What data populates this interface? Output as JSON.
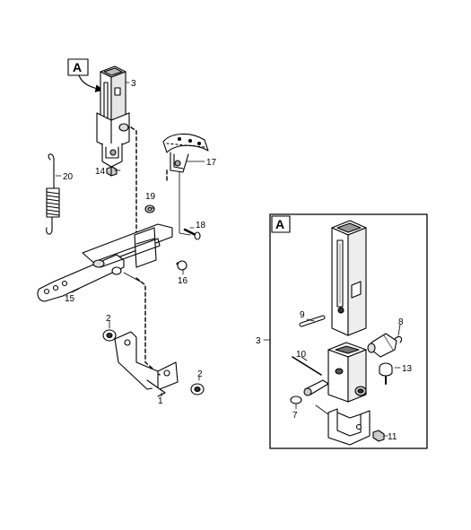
{
  "box_label": "A",
  "parts": {
    "p1": "1",
    "p2a": "2",
    "p2b": "2",
    "p3": "3",
    "p3b": "3",
    "p7": "7",
    "p8": "8",
    "p9": "9",
    "p10": "10",
    "p11": "11",
    "p13": "13",
    "p14": "14",
    "p15": "15",
    "p16": "16",
    "p17": "17",
    "p18": "18",
    "p19": "19",
    "p20": "20"
  },
  "colors": {
    "line": "#000000",
    "fill": "#ffffff",
    "shade": "#d9d9d9",
    "dark": "#7a7a7a"
  }
}
